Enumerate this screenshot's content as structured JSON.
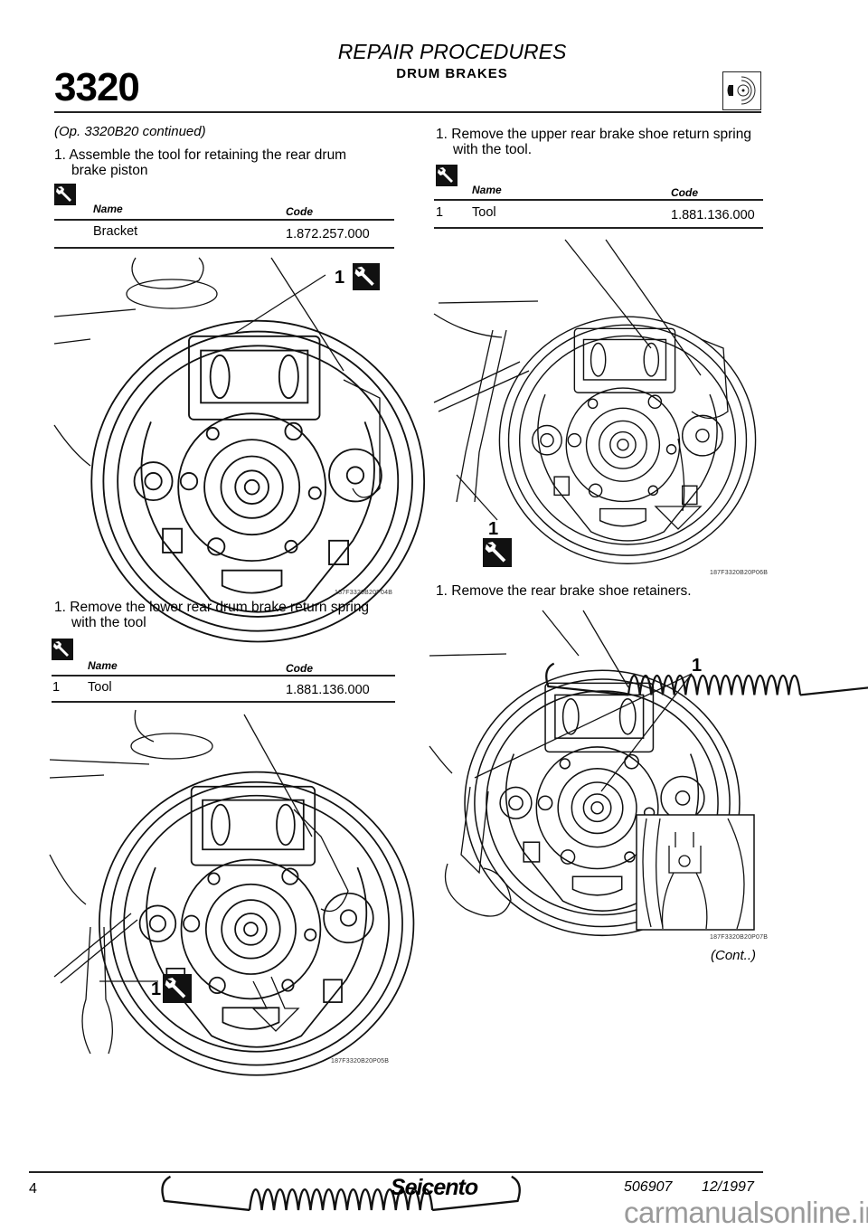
{
  "header": {
    "section_number": "3320",
    "title": "REPAIR PROCEDURES",
    "subtitle": "DRUM BRAKES",
    "section_icon": "drum-brake-icon"
  },
  "left_column": {
    "continuation": "(Op. 3320B20 continued)",
    "steps": [
      {
        "number": "1.",
        "line1": "Assemble the tool for retaining the rear drum",
        "line2": "brake piston",
        "tools": {
          "icon": "wrench-icon",
          "col_name": "Name",
          "col_code": "Code",
          "rows": [
            {
              "ref": "",
              "name": "Bracket",
              "code": "1.872.257.000"
            }
          ]
        },
        "figure": {
          "callout": "1",
          "caption": "187F3320B20P04B"
        }
      },
      {
        "number": "1.",
        "line1": "Remove the lower rear drum brake return spring",
        "line2": "with the tool",
        "tools": {
          "icon": "wrench-icon",
          "col_name": "Name",
          "col_code": "Code",
          "rows": [
            {
              "ref": "1",
              "name": "Tool",
              "code": "1.881.136.000"
            }
          ]
        },
        "figure": {
          "callout": "1",
          "caption": "187F3320B20P05B"
        }
      }
    ]
  },
  "right_column": {
    "steps": [
      {
        "number": "1.",
        "line1": "Remove the upper rear brake shoe return spring",
        "line2": "with the tool.",
        "tools": {
          "icon": "wrench-icon",
          "col_name": "Name",
          "col_code": "Code",
          "rows": [
            {
              "ref": "1",
              "name": "Tool",
              "code": "1.881.136.000"
            }
          ]
        },
        "figure": {
          "callout": "1",
          "caption": "187F3320B20P06B"
        }
      },
      {
        "number": "1.",
        "line1": "Remove the rear brake shoe retainers.",
        "figure": {
          "callout": "1",
          "caption": "187F3320B20P07B"
        }
      }
    ],
    "continued": "(Cont..)"
  },
  "footer": {
    "page_number": "4",
    "brand": "Seicento",
    "doc_code": "506907",
    "date": "12/1997"
  },
  "watermark": "carmanualsonline.info"
}
